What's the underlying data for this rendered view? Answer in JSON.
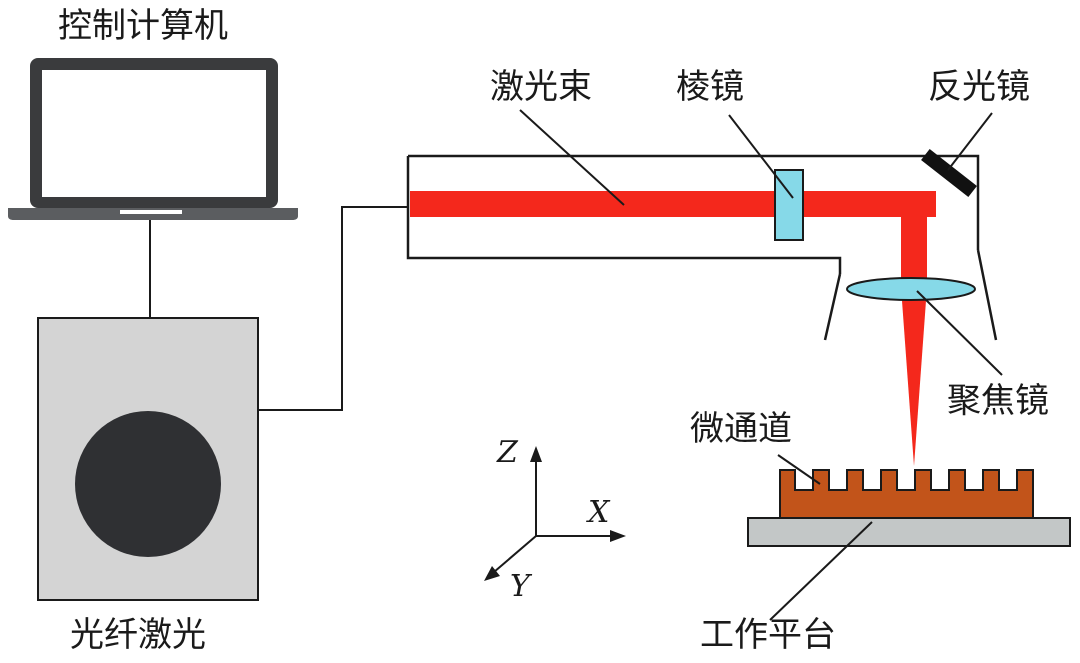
{
  "labels": {
    "computer": "控制计算机",
    "fiber_laser": "光纤激光",
    "laser_beam": "激光束",
    "prism": "棱镜",
    "mirror": "反光镜",
    "focus_lens": "聚焦镜",
    "micro_channel": "微通道",
    "work_platform": "工作平台"
  },
  "axes": {
    "z": "Z",
    "x": "X",
    "y": "Y"
  },
  "colors": {
    "beam": "#f4281c",
    "lens": "#86d9e8",
    "workpiece": "#c2541a",
    "platform": "#c3c7c7",
    "laser_box": "#d4d4d4",
    "aperture": "#2f3033",
    "laptop": "#3a3b3d"
  }
}
